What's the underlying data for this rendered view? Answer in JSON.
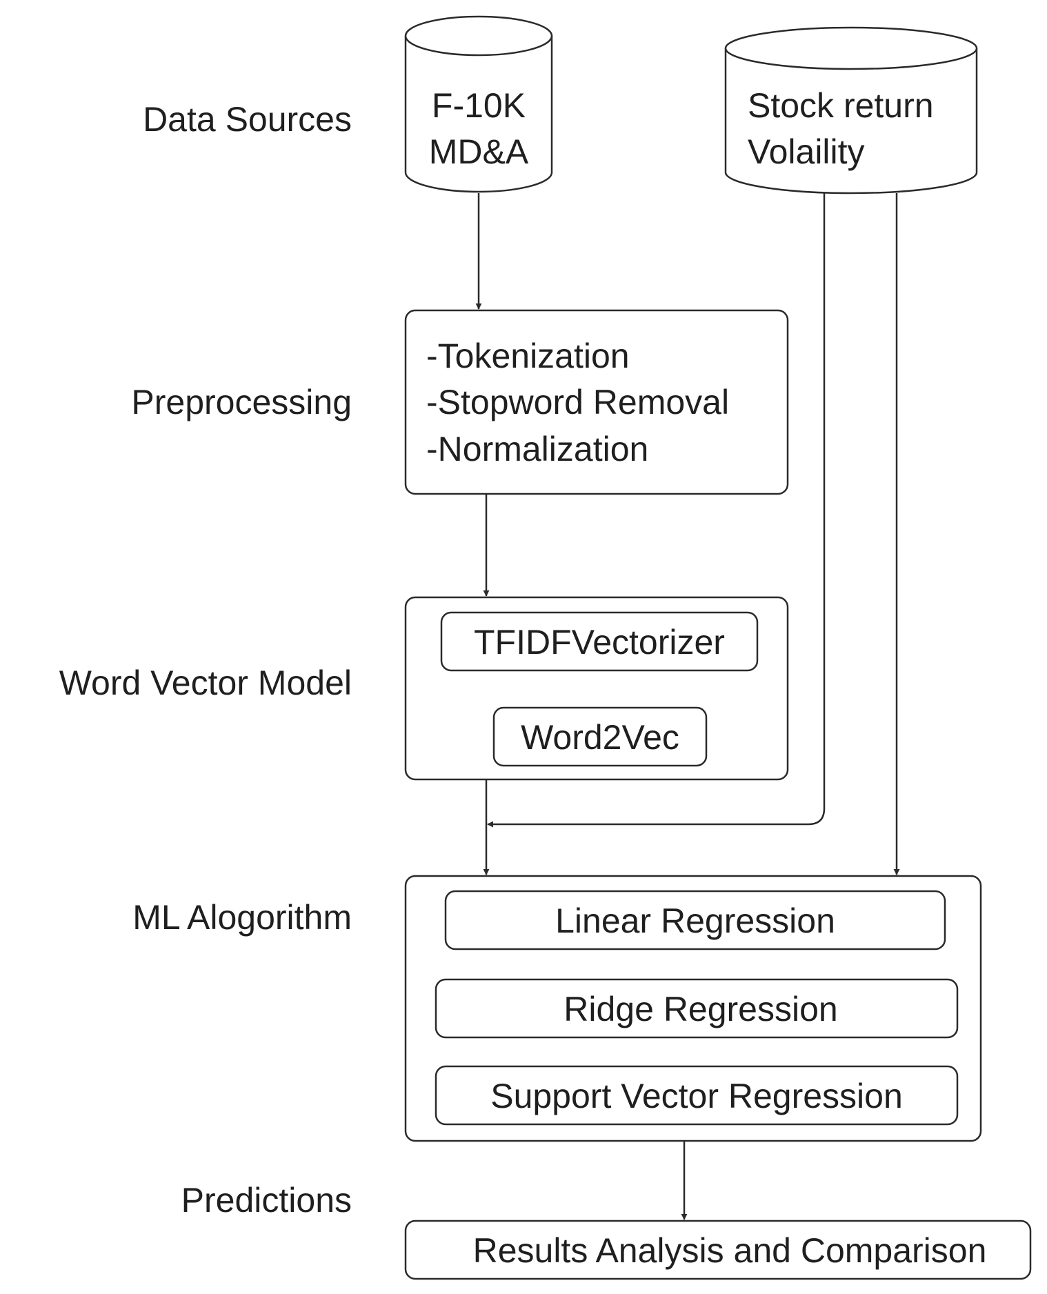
{
  "stages": {
    "data_sources": "Data Sources",
    "preprocessing": "Preprocessing",
    "word_vector_model": "Word Vector Model",
    "ml_algorithm": "ML Alogorithm",
    "predictions": "Predictions"
  },
  "sources": {
    "filings": {
      "line1": "F-10K",
      "line2": "MD&A"
    },
    "market": {
      "line1": "Stock return",
      "line2": "Volaility"
    }
  },
  "preprocessing_steps": [
    "-Tokenization",
    "-Stopword Removal",
    "-Normalization"
  ],
  "vector_models": [
    "TFIDFVectorizer",
    "Word2Vec"
  ],
  "ml_models": [
    "Linear Regression",
    "Ridge Regression",
    "Support Vector Regression"
  ],
  "output": "Results Analysis and Comparison"
}
